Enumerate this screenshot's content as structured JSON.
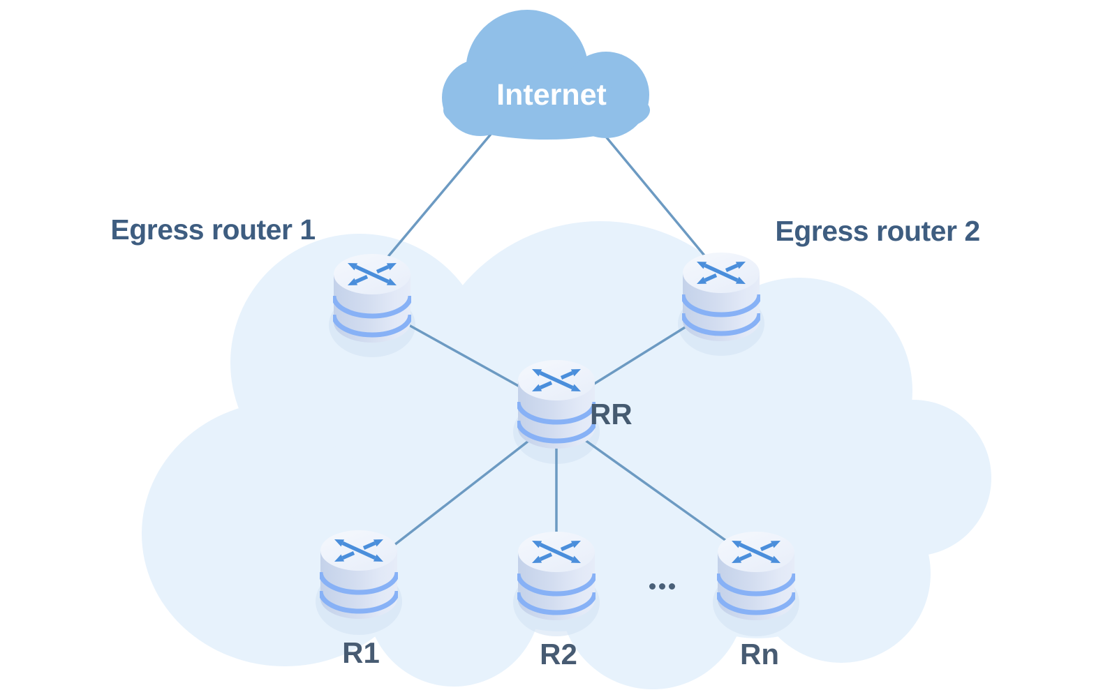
{
  "internet": {
    "label": "Internet"
  },
  "nodes": {
    "egress1": {
      "label": "Egress router 1"
    },
    "egress2": {
      "label": "Egress router 2"
    },
    "rr": {
      "label": "RR"
    },
    "r1": {
      "label": "R1"
    },
    "r2": {
      "label": "R2"
    },
    "rn": {
      "label": "Rn"
    }
  },
  "ellipsis": "...",
  "links": [
    {
      "from": "internet",
      "to": "egress1"
    },
    {
      "from": "internet",
      "to": "egress2"
    },
    {
      "from": "egress1",
      "to": "rr"
    },
    {
      "from": "egress2",
      "to": "rr"
    },
    {
      "from": "rr",
      "to": "r1"
    },
    {
      "from": "rr",
      "to": "r2"
    },
    {
      "from": "rr",
      "to": "rn"
    }
  ],
  "colors": {
    "internet_cloud": "#90bfe8",
    "network_cloud": "#e7f2fc",
    "link_line": "#6c9ac2",
    "cylinder_stripe": "#87b1f6",
    "cylinder_body": "#cdd9ee",
    "arrow": "#4a8edb",
    "label_text": "#41597b"
  }
}
